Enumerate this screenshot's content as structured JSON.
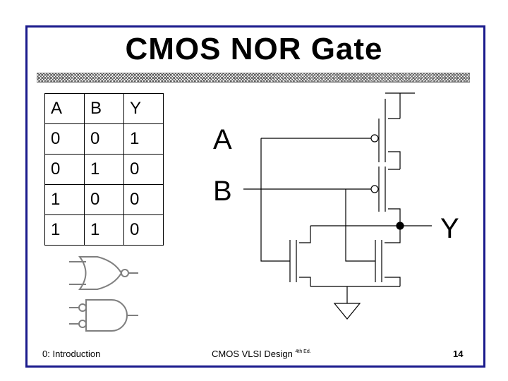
{
  "slide": {
    "title": "CMOS NOR Gate",
    "truth_table": {
      "headers": [
        "A",
        "B",
        "Y"
      ],
      "rows": [
        [
          "0",
          "0",
          "1"
        ],
        [
          "0",
          "1",
          "0"
        ],
        [
          "1",
          "0",
          "0"
        ],
        [
          "1",
          "1",
          "0"
        ]
      ]
    },
    "schematic": {
      "input_a": "A",
      "input_b": "B",
      "output_y": "Y"
    },
    "footer": {
      "left": "0: Introduction",
      "center": "CMOS VLSI Design",
      "center_sup": "4th Ed.",
      "page_number": "14"
    }
  },
  "colors": {
    "frame_border": "#1a1a8c",
    "ink": "#000000",
    "symbol_gray": "#7f7f7f"
  }
}
